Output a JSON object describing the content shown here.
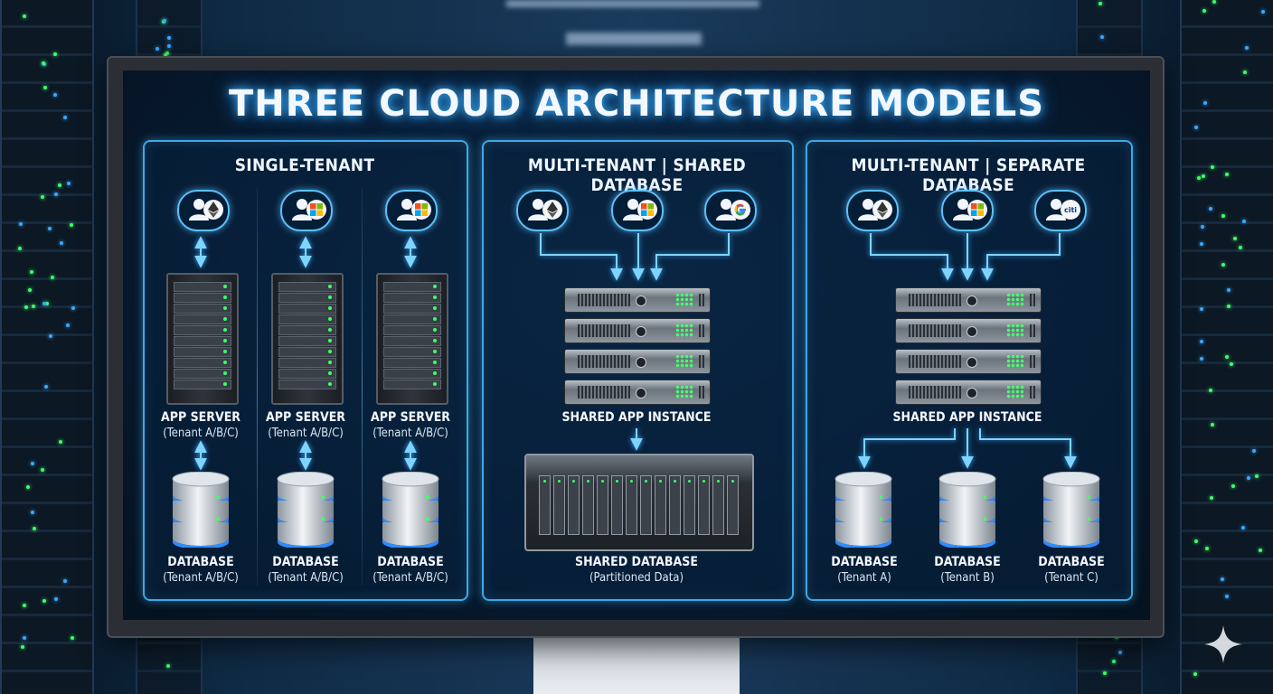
{
  "title": "THREE CLOUD ARCHITECTURE MODELS",
  "panels": [
    {
      "title": "SINGLE-TENANT",
      "users": [
        {
          "badge_icon": "ethereum-icon"
        },
        {
          "badge_icon": "microsoft-icon"
        },
        {
          "badge_icon": "microsoft-icon"
        }
      ],
      "servers": [
        {
          "label": "APP SERVER",
          "sublabel": "(Tenant A/B/C)"
        },
        {
          "label": "APP SERVER",
          "sublabel": "(Tenant A/B/C)"
        },
        {
          "label": "APP SERVER",
          "sublabel": "(Tenant A/B/C)"
        }
      ],
      "databases": [
        {
          "label": "DATABASE",
          "sublabel": "(Tenant A/B/C)"
        },
        {
          "label": "DATABASE",
          "sublabel": "(Tenant A/B/C)"
        },
        {
          "label": "DATABASE",
          "sublabel": "(Tenant A/B/C)"
        }
      ]
    },
    {
      "title": "MULTI-TENANT | SHARED DATABASE",
      "users": [
        {
          "badge_icon": "ethereum-icon"
        },
        {
          "badge_icon": "microsoft-icon"
        },
        {
          "badge_icon": "google-icon"
        }
      ],
      "app_label": "SHARED APP INSTANCE",
      "database": {
        "label": "SHARED DATABASE",
        "sublabel": "(Partitioned Data)"
      }
    },
    {
      "title": "MULTI-TENANT | SEPARATE DATABASE",
      "users": [
        {
          "badge_icon": "ethereum-icon"
        },
        {
          "badge_icon": "microsoft-icon"
        },
        {
          "badge_icon": "citi-icon",
          "badge_text": "citi"
        }
      ],
      "app_label": "SHARED APP INSTANCE",
      "databases": [
        {
          "label": "DATABASE",
          "sublabel": "(Tenant A)"
        },
        {
          "label": "DATABASE",
          "sublabel": "(Tenant B)"
        },
        {
          "label": "DATABASE",
          "sublabel": "(Tenant C)"
        }
      ]
    }
  ],
  "colors": {
    "accent": "#3ea8e6",
    "led_green": "#3dff6a",
    "db_blue": "#2f8cff"
  }
}
